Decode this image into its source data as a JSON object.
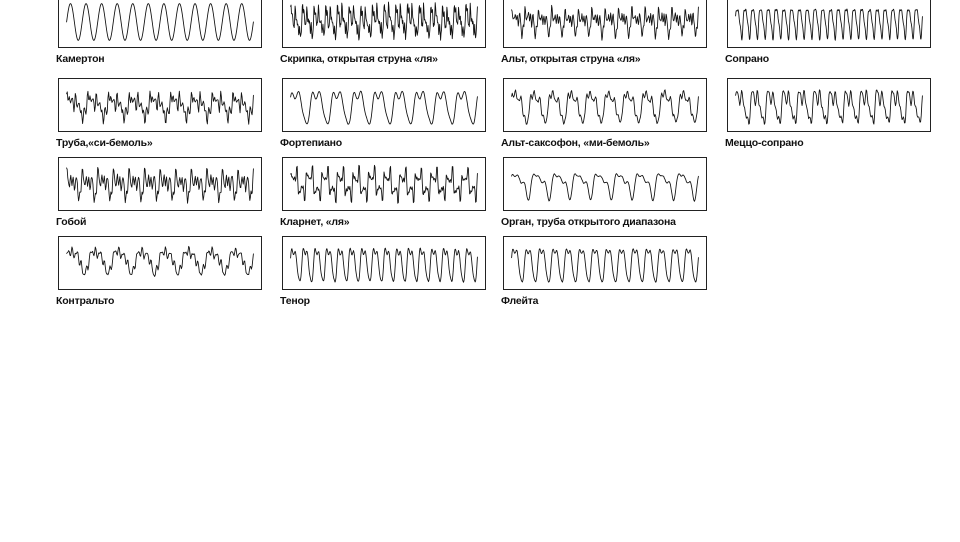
{
  "colors": {
    "frame": "#222222",
    "wave": "#111111",
    "text": "#111111"
  },
  "panels": [
    {
      "label": "Камертон",
      "waveform": {
        "cycles": 12,
        "harmonics": [
          [
            1,
            1.0,
            0
          ]
        ],
        "noise": 0,
        "bias": -0.05
      }
    },
    {
      "label": "Труба,«си-бемоль»",
      "waveform": {
        "cycles": 9,
        "harmonics": [
          [
            1,
            0.45,
            0
          ],
          [
            2,
            0.3,
            1.0
          ],
          [
            5,
            0.25,
            0.3
          ],
          [
            7,
            0.3,
            1.5
          ],
          [
            10,
            0.12,
            0.4
          ]
        ],
        "noise": 0.05,
        "bias": 0
      }
    },
    {
      "label": "Гобой",
      "waveform": {
        "cycles": 12,
        "harmonics": [
          [
            1,
            0.3,
            0
          ],
          [
            2,
            0.3,
            0.9
          ],
          [
            3,
            0.35,
            1.7
          ],
          [
            5,
            0.25,
            0.5
          ],
          [
            7,
            0.15,
            2.0
          ]
        ],
        "noise": 0.08,
        "bias": 0
      }
    },
    {
      "label": "Контральто",
      "waveform": {
        "cycles": 8,
        "harmonics": [
          [
            1,
            0.35,
            0
          ],
          [
            2,
            0.12,
            1.1
          ],
          [
            5,
            0.12,
            0.4
          ],
          [
            8,
            0.08,
            2.1
          ]
        ],
        "noise": 0.03,
        "bias": 0.15
      }
    },
    {
      "label": "Скрипка, открытая струна «ля»",
      "waveform": {
        "cycles": 16,
        "harmonics": [
          [
            1,
            0.35,
            0
          ],
          [
            2,
            0.3,
            1.2
          ],
          [
            3,
            0.25,
            0.4
          ],
          [
            5,
            0.2,
            2.0
          ],
          [
            8,
            0.15,
            0.7
          ]
        ],
        "noise": 0.12,
        "bias": 0
      }
    },
    {
      "label": "Фортепиано",
      "waveform": {
        "cycles": 9,
        "harmonics": [
          [
            1,
            0.9,
            0
          ],
          [
            2,
            0.35,
            1.57
          ],
          [
            3,
            0.2,
            0.8
          ]
        ],
        "noise": 0.02,
        "bias": 0
      }
    },
    {
      "label": "Кларнет, «ля»",
      "waveform": {
        "cycles": 12,
        "harmonics": [
          [
            1,
            0.22,
            0
          ],
          [
            3,
            0.18,
            0.5
          ],
          [
            5,
            0.12,
            1.3
          ],
          [
            7,
            0.08,
            2.2
          ]
        ],
        "noise": 0.04,
        "bias": 0
      }
    },
    {
      "label": "Тенор",
      "waveform": {
        "cycles": 16,
        "harmonics": [
          [
            1,
            0.8,
            0
          ],
          [
            2,
            0.25,
            1.2
          ],
          [
            3,
            0.15,
            0.3
          ]
        ],
        "noise": 0.03,
        "bias": 0
      }
    },
    {
      "label": "Альт, открытая струна «ля»",
      "waveform": {
        "cycles": 14,
        "harmonics": [
          [
            1,
            0.35,
            0
          ],
          [
            2,
            0.3,
            1.0
          ],
          [
            3,
            0.25,
            2.0
          ],
          [
            5,
            0.2,
            0.6
          ],
          [
            7,
            0.15,
            1.4
          ]
        ],
        "noise": 0.1,
        "bias": 0
      }
    },
    {
      "label": "Альт-саксофон, «ми-бемоль»",
      "waveform": {
        "cycles": 10,
        "harmonics": [
          [
            1,
            0.75,
            0
          ],
          [
            2,
            0.3,
            0.9
          ],
          [
            4,
            0.18,
            1.8
          ],
          [
            6,
            0.12,
            0.5
          ]
        ],
        "noise": 0.05,
        "bias": 0
      }
    },
    {
      "label": "Орган, труба открытого диапазона",
      "waveform": {
        "cycles": 9,
        "harmonics": [
          [
            1,
            0.55,
            0
          ],
          [
            2,
            0.3,
            0.7
          ],
          [
            3,
            0.2,
            1.9
          ]
        ],
        "noise": 0.03,
        "bias": 0.05
      }
    },
    {
      "label": "Флейта",
      "waveform": {
        "cycles": 14,
        "harmonics": [
          [
            1,
            0.75,
            0
          ],
          [
            2,
            0.2,
            1.3
          ],
          [
            3,
            0.12,
            0.4
          ]
        ],
        "noise": 0.02,
        "bias": 0
      }
    },
    {
      "label": "Сопрано",
      "waveform": {
        "cycles": 24,
        "harmonics": [
          [
            1,
            0.45,
            0
          ],
          [
            2,
            0.12,
            0.8
          ],
          [
            3,
            0.08,
            1.5
          ]
        ],
        "noise": 0.02,
        "bias": 0
      }
    },
    {
      "label": "Меццо-сопрано",
      "waveform": {
        "cycles": 12,
        "harmonics": [
          [
            1,
            0.6,
            0
          ],
          [
            2,
            0.3,
            1.1
          ],
          [
            3,
            0.25,
            0.3
          ],
          [
            5,
            0.15,
            1.9
          ]
        ],
        "noise": 0.05,
        "bias": 0
      }
    }
  ]
}
